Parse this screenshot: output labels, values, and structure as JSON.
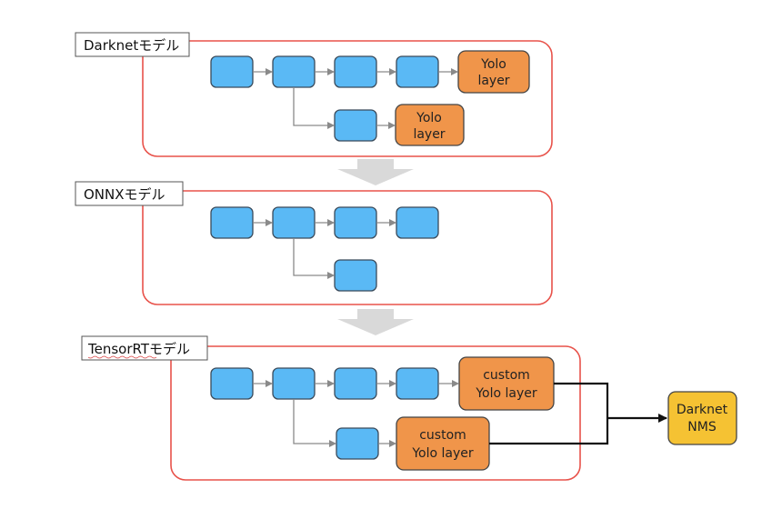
{
  "diagram": {
    "sections": [
      {
        "label": "Darknetモデル"
      },
      {
        "label": "ONNXモデル"
      },
      {
        "label": "TensorRTモデル"
      }
    ],
    "nodes": {
      "yolo_layer_top": [
        "Yolo",
        "layer"
      ],
      "yolo_layer_bottom": [
        "Yolo",
        "layer"
      ],
      "custom_yolo_top": [
        "custom",
        "Yolo layer"
      ],
      "custom_yolo_bottom": [
        "custom",
        "Yolo layer"
      ],
      "darknet_nms": [
        "Darknet",
        "NMS"
      ]
    },
    "colors": {
      "section_border": "#e8524a",
      "layer_node": "#5ab9f5",
      "yolo_node": "#f0954a",
      "nms_node": "#f5c233",
      "transition_arrow": "#d9d9d9"
    }
  }
}
